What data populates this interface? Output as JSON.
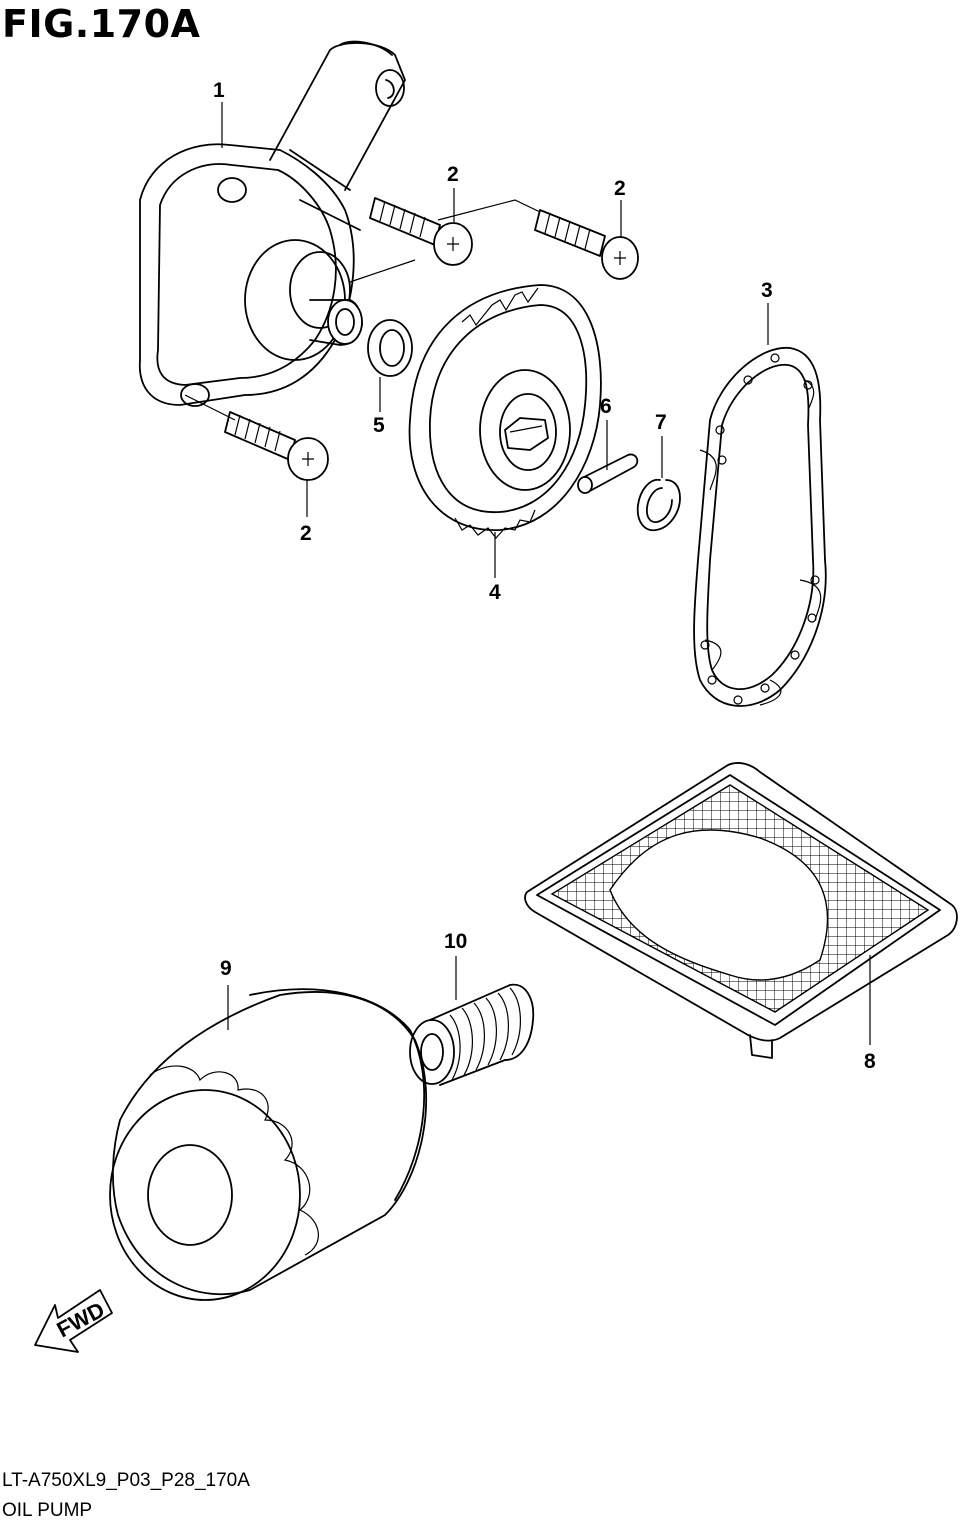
{
  "figure": {
    "title": "FIG.170A",
    "code": "LT-A750XL9_P03_P28_170A",
    "name": "OIL PUMP"
  },
  "callouts": [
    "1",
    "2",
    "2",
    "2",
    "3",
    "4",
    "5",
    "6",
    "7",
    "8",
    "9",
    "10"
  ],
  "direction_label": "FWD"
}
